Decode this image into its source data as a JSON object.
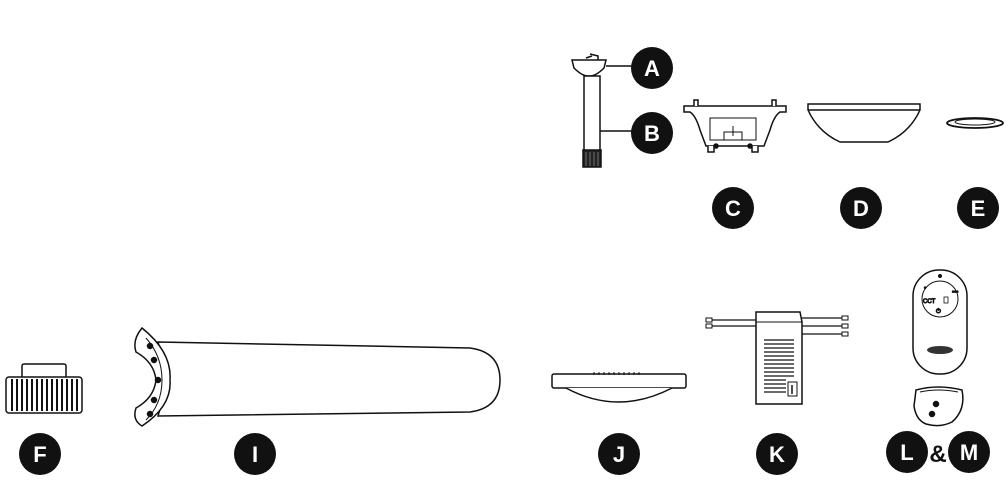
{
  "diagram": {
    "parts": [
      {
        "id": "A",
        "label": "A"
      },
      {
        "id": "B",
        "label": "B"
      },
      {
        "id": "C",
        "label": "C"
      },
      {
        "id": "D",
        "label": "D"
      },
      {
        "id": "E",
        "label": "E"
      },
      {
        "id": "F",
        "label": "F"
      },
      {
        "id": "I",
        "label": "I"
      },
      {
        "id": "J",
        "label": "J"
      },
      {
        "id": "K",
        "label": "K"
      },
      {
        "id": "L",
        "label": "L"
      },
      {
        "id": "M",
        "label": "M"
      }
    ],
    "conjunction": "&",
    "remote": {
      "button_label": "CCT",
      "power_symbol": "⏻"
    }
  },
  "colors": {
    "badge": "#111111",
    "badge_text": "#ffffff",
    "line": "#111111"
  }
}
